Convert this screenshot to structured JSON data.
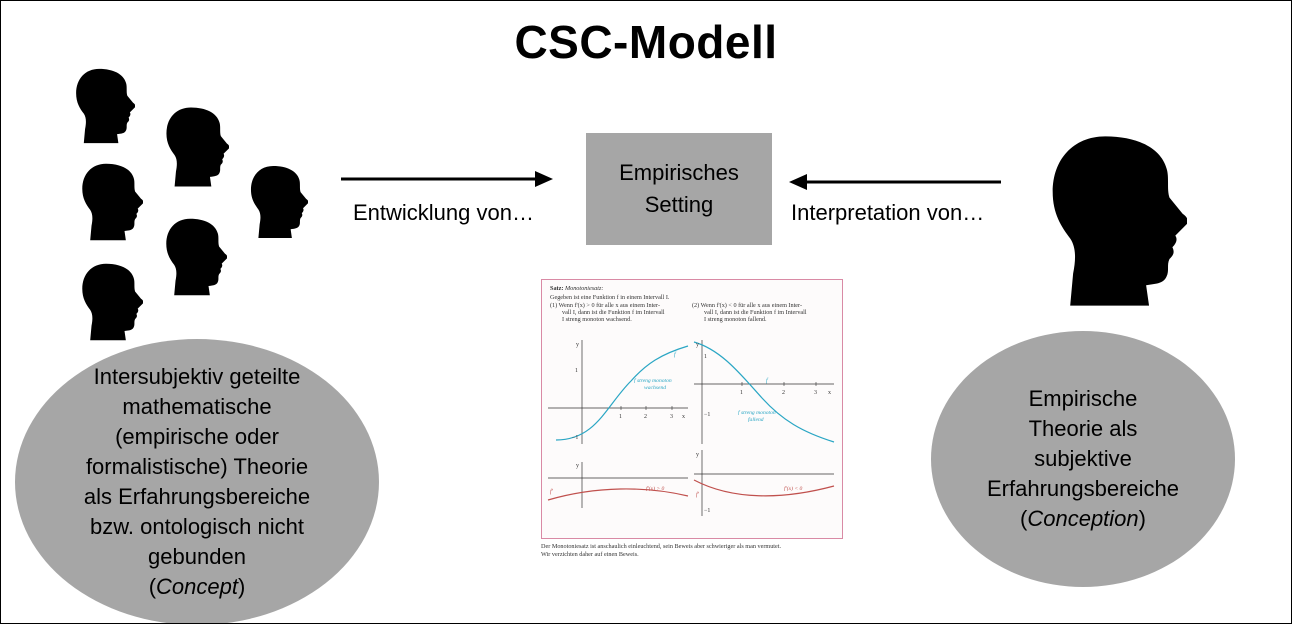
{
  "title": "CSC-Modell",
  "colors": {
    "box_fill": "#a6a6a6",
    "silhouette": "#000000",
    "book_border": "#d98aa5",
    "curve_blue": "#2aa6c4",
    "curve_red": "#c0504d"
  },
  "arrow_left": {
    "label": "Entwicklung von…"
  },
  "arrow_right": {
    "label": "Interpretation von…"
  },
  "setting_box": {
    "line1": "Empirisches",
    "line2": "Setting"
  },
  "left_ellipse": {
    "lines": [
      "Intersubjektiv geteilte",
      "mathematische",
      "(empirische oder",
      "formalistische) Theorie",
      "als Erfahrungsbereiche",
      "bzw. ontologisch nicht",
      "gebunden"
    ],
    "open": "(",
    "term": "Concept",
    "close": ")"
  },
  "right_ellipse": {
    "lines": [
      "Empirische",
      "Theorie als",
      "subjektive",
      "Erfahrungsbereiche"
    ],
    "open": "(",
    "term": "Conception",
    "close": ")"
  },
  "book": {
    "heading_label": "Satz:",
    "heading_title": "Monotoniesatz:",
    "intro": "Gegeben ist eine Funktion f in einem Intervall I.",
    "left_text": [
      "(1)  Wenn f'(x) > 0 für alle x aus einem Inter-",
      "vall I, dann ist die Funktion f im Intervall",
      "I streng monoton wachsend."
    ],
    "right_text": [
      "(2)  Wenn f'(x) < 0 für alle x aus einem Inter-",
      "vall I, dann ist die Funktion f im Intervall",
      "I streng monoton fallend."
    ],
    "left_plot_label": [
      "f streng monoton",
      "wachsend"
    ],
    "right_plot_label": [
      "f streng monoton",
      "fallend"
    ],
    "left_deriv_label": "f'(x) > 0",
    "right_deriv_label": "f'(x) < 0",
    "f_label": "f",
    "fprime_label": "f'",
    "y_label": "y",
    "x_label": "x",
    "ticks_x": [
      "1",
      "2",
      "3"
    ],
    "tick_y_pos": "1",
    "tick_y_neg": "−1",
    "caption": [
      "Der Monotoniesatz ist anschaulich einleuchtend, sein Beweis aber schwieriger als man vermutet.",
      "Wir verzichten daher auf einen Beweis."
    ]
  }
}
